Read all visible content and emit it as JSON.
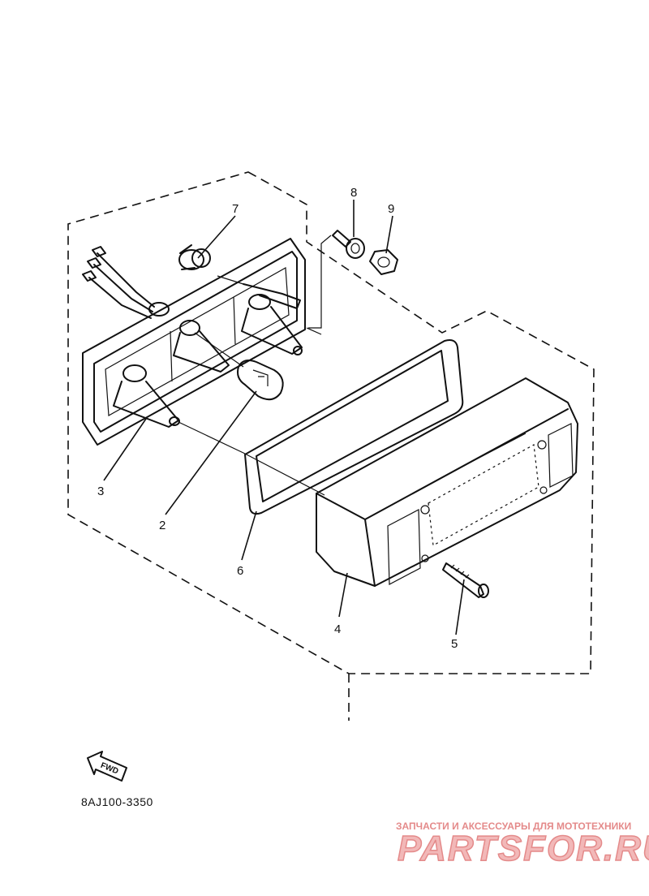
{
  "callouts": [
    {
      "id": "7",
      "label": "7"
    },
    {
      "id": "8",
      "label": "8"
    },
    {
      "id": "9",
      "label": "9"
    },
    {
      "id": "3",
      "label": "3"
    },
    {
      "id": "2",
      "label": "2"
    },
    {
      "id": "6",
      "label": "6"
    },
    {
      "id": "4",
      "label": "4"
    },
    {
      "id": "5",
      "label": "5"
    }
  ],
  "direction_label": "FWD",
  "diagram_code": "8AJ100-3350",
  "watermark": {
    "tagline": "ЗАПЧАСТИ И АКСЕССУАРЫ ДЛЯ МОТОТЕХНИКИ",
    "brand": "PARTSFOR.RU",
    "color": "#e48a8a"
  }
}
